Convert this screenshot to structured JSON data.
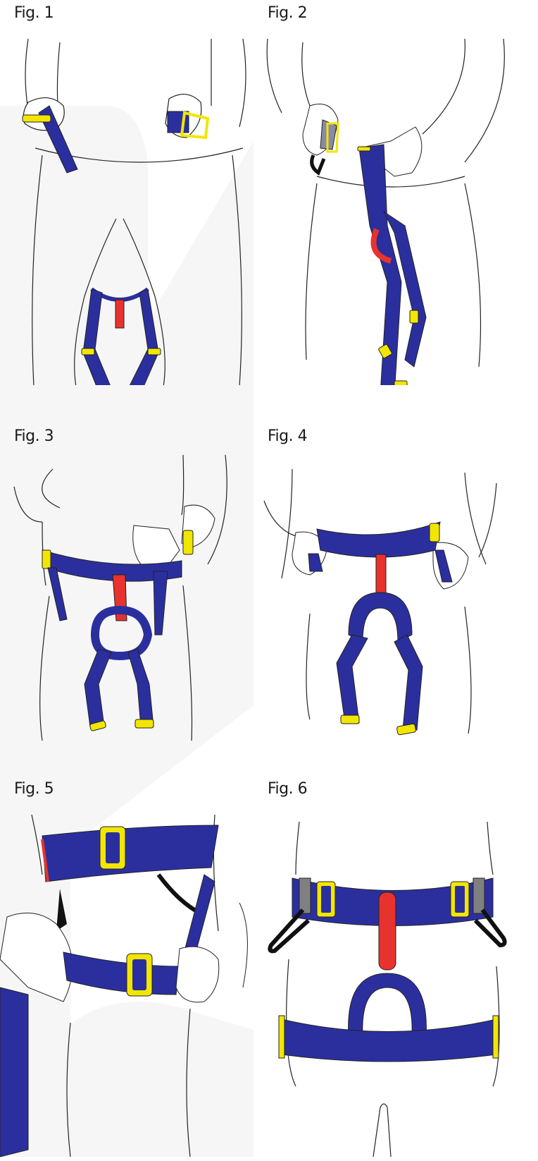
{
  "colors": {
    "webbing": "#2b2f9e",
    "buckle": "#f2e600",
    "belay_loop": "#e8322d",
    "gear_loop": "#1a1a1a",
    "keeper": "#808080",
    "outline": "#222222",
    "watermark": "#f5f5f5"
  },
  "figures": [
    {
      "label": "Fig. 1"
    },
    {
      "label": "Fig. 2"
    },
    {
      "label": "Fig. 3"
    },
    {
      "label": "Fig. 4"
    },
    {
      "label": "Fig. 5"
    },
    {
      "label": "Fig. 6"
    }
  ]
}
